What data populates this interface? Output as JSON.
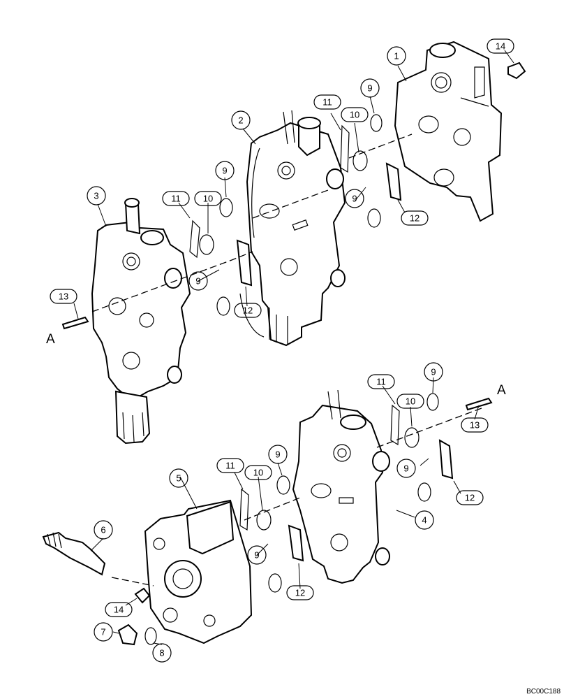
{
  "figure_code": "BC00C188",
  "ref_letters": [
    "A",
    "A"
  ],
  "callouts": [
    "1",
    "2",
    "3",
    "4",
    "5",
    "6",
    "7",
    "8",
    "9",
    "9",
    "9",
    "9",
    "9",
    "9",
    "9",
    "9",
    "10",
    "10",
    "10",
    "10",
    "11",
    "11",
    "11",
    "11",
    "12",
    "12",
    "12",
    "12",
    "13",
    "13",
    "14",
    "14"
  ]
}
